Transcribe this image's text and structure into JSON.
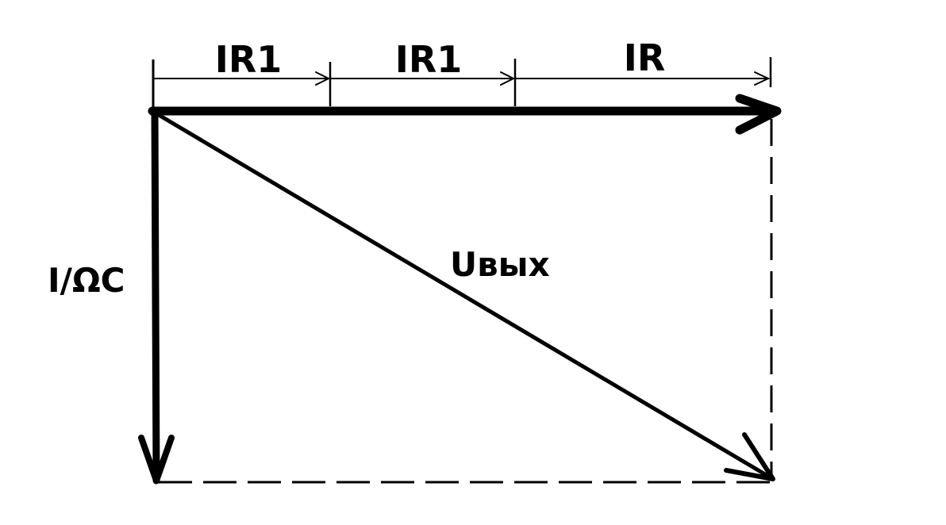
{
  "colors": {
    "ink": "#000000",
    "background": "#ffffff"
  },
  "labels": {
    "segment_1": "IR1",
    "segment_2": "IR1",
    "segment_3": "IR",
    "vertical": "I/ΩC",
    "diagonal": "Uвых"
  }
}
